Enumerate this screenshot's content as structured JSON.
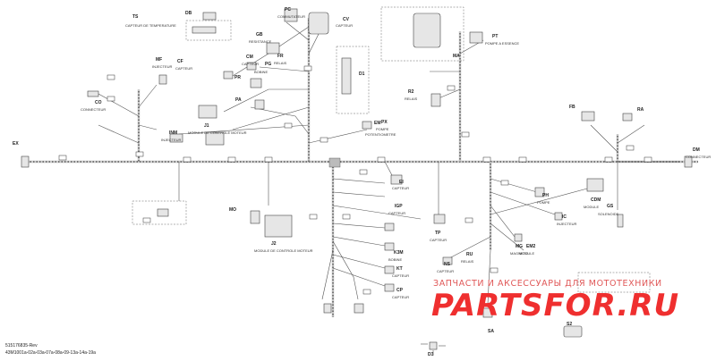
{
  "footer": {
    "line1": "515176835-Rev",
    "line2": "43M1001a-02a-03a-07a-08a-09-13a-14a-19a"
  },
  "watermark": {
    "tagline": "ЗАПЧАСТИ И АКСЕССУАРЫ ДЛЯ МОТОТЕХНИКИ",
    "brand": "PARTSFOR.RU"
  },
  "connectors": [
    {
      "code": "TS",
      "label": "CAPTEUR DE TEMPERATURE"
    },
    {
      "code": "DB",
      "label": ""
    },
    {
      "code": "PC",
      "label": "COMMUTATEUR"
    },
    {
      "code": "CV",
      "label": "CAPTEUR"
    },
    {
      "code": "GB",
      "label": "RESISTANCE"
    },
    {
      "code": "CM",
      "label": "CAPTEUR"
    },
    {
      "code": "PG",
      "label": "BOBINE"
    },
    {
      "code": "FR",
      "label": "RELAIS"
    },
    {
      "code": "PR",
      "label": ""
    },
    {
      "code": "PA",
      "label": ""
    },
    {
      "code": "MF",
      "label": "INJECTEUR"
    },
    {
      "code": "CO",
      "label": "CONNECTEUR"
    },
    {
      "code": "CF",
      "label": "CAPTEUR"
    },
    {
      "code": "EX",
      "label": ""
    },
    {
      "code": "D1",
      "label": ""
    },
    {
      "code": "PX",
      "label": "POMPE"
    },
    {
      "code": "MA",
      "label": ""
    },
    {
      "code": "R2",
      "label": "RELAIS"
    },
    {
      "code": "EM",
      "label": "POTENTIOMETRE"
    },
    {
      "code": "PT",
      "label": "POMPE A ESSENCE"
    },
    {
      "code": "FB",
      "label": ""
    },
    {
      "code": "RA",
      "label": ""
    },
    {
      "code": "DM",
      "label": "CONNECTEUR"
    },
    {
      "code": "EI",
      "label": "CAPTEUR"
    },
    {
      "code": "IGP",
      "label": "CAPTEUR"
    },
    {
      "code": "TP",
      "label": "CAPTEUR"
    },
    {
      "code": "PH",
      "label": "POMPE"
    },
    {
      "code": "CDM",
      "label": "MODULE"
    },
    {
      "code": "GS",
      "label": "SOLENOIDE"
    },
    {
      "code": "MG",
      "label": "MAGNETO"
    },
    {
      "code": "IC",
      "label": "INJECTEUR"
    },
    {
      "code": "K3M",
      "label": "BOBINE"
    },
    {
      "code": "KT",
      "label": "CAPTEUR"
    },
    {
      "code": "CP",
      "label": "CAPTEUR"
    },
    {
      "code": "NS",
      "label": "CAPTEUR"
    },
    {
      "code": "EM2",
      "label": "MODULE"
    },
    {
      "code": "RU",
      "label": "RELAIS"
    },
    {
      "code": "SA",
      "label": ""
    },
    {
      "code": "D3",
      "label": ""
    },
    {
      "code": "S2",
      "label": ""
    },
    {
      "code": "J2",
      "label": "MODULE DE CONTROLE MOTEUR"
    },
    {
      "code": "J1",
      "label": "MODULE DE CONTROLE MOTEUR"
    },
    {
      "code": "MO",
      "label": ""
    },
    {
      "code": "INM",
      "label": "INJECTEUR"
    }
  ]
}
